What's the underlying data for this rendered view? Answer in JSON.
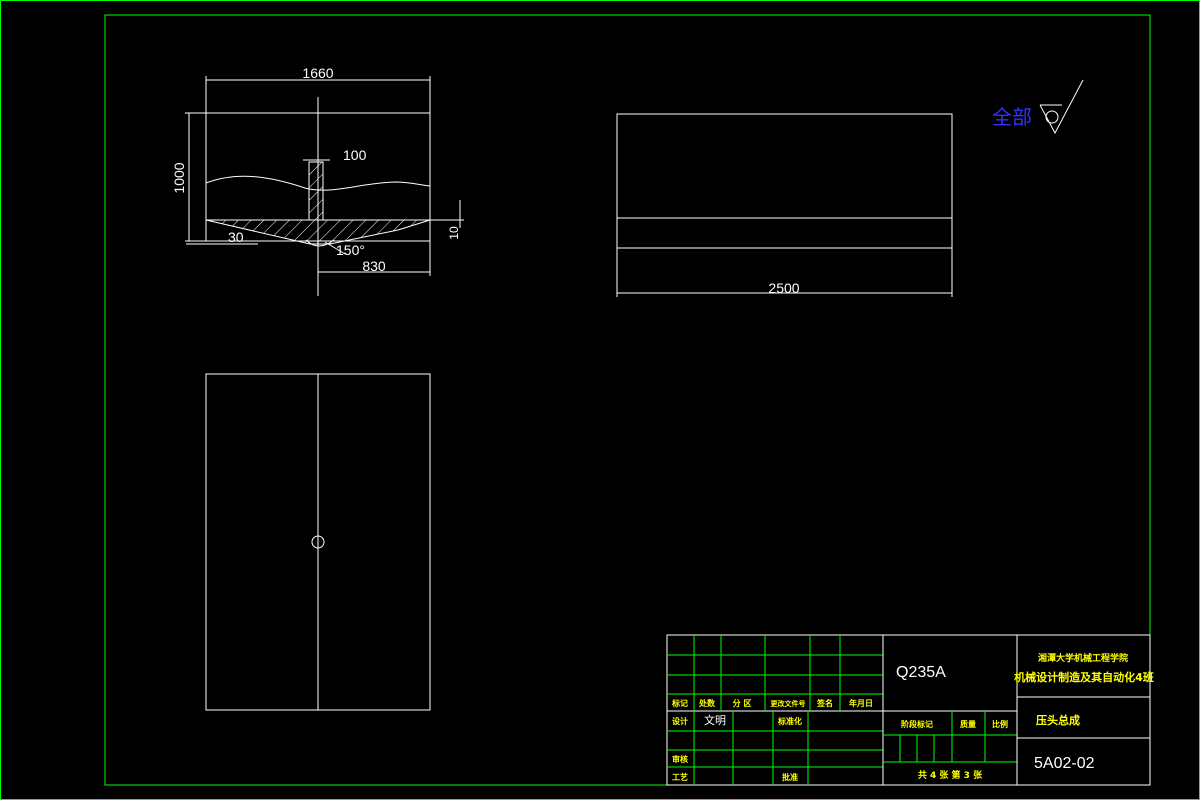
{
  "dimensions": {
    "width_1660": "1660",
    "height_1000": "1000",
    "slot_100": "100",
    "offset_30": "30",
    "angle_150": "150°",
    "length_830": "830",
    "depth_10": "10",
    "length_2500": "2500"
  },
  "surface_finish": {
    "label": "全部"
  },
  "title_block": {
    "material": "Q235A",
    "institution_line1": "湘潭大学机械工程学院",
    "institution_line2": "机械设计制造及其自动化4班",
    "part_name": "压头总成",
    "drawing_number": "5A02-02",
    "sheet_info": "共 4 张 第 3 张",
    "revision_headers": [
      "标记",
      "处数",
      "分 区",
      "更改文件号",
      "签名",
      "年月日"
    ],
    "row_design": "设计",
    "designer_name": "文明",
    "row_standardize": "标准化",
    "row_review": "审核",
    "row_process": "工艺",
    "row_approve": "批准",
    "stage_mark": "阶段标记",
    "weight": "质量",
    "scale": "比例"
  },
  "colors": {
    "background": "#000000",
    "frame": "#00ff00",
    "lines": "#ffffff",
    "title_text": "#ffff00",
    "symbol_text": "#3333ff"
  }
}
